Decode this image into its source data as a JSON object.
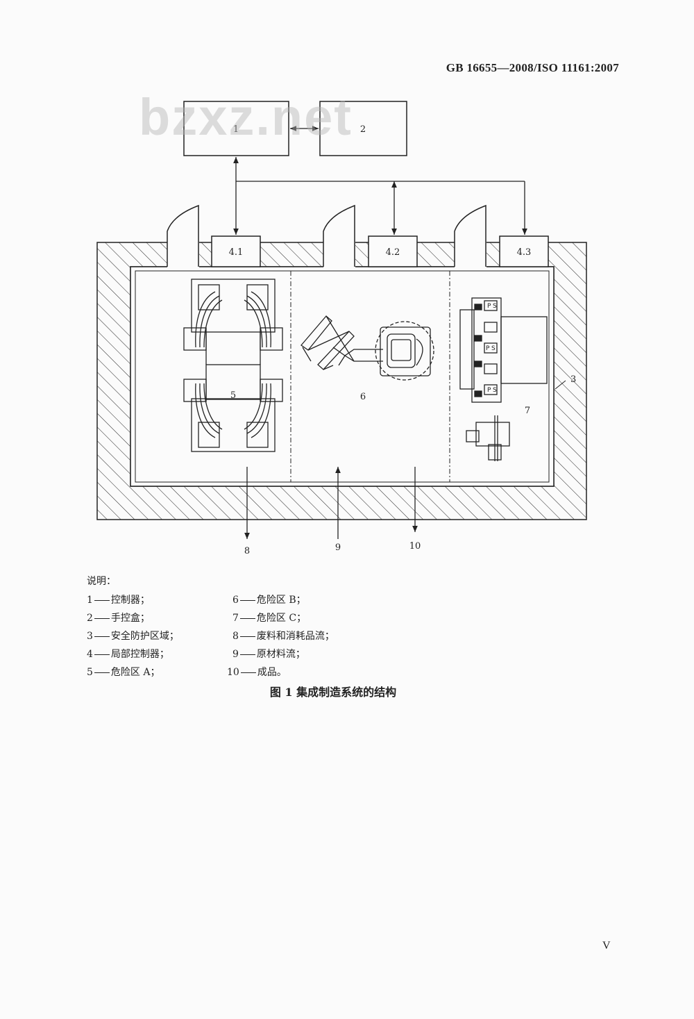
{
  "header": {
    "standard": "GB 16655—2008/ISO 11161:2007"
  },
  "watermark": "bzxz.net",
  "diagram": {
    "boxes": {
      "controller": "1",
      "pendant": "2",
      "local1": "4.1",
      "local2": "4.2",
      "local3": "4.3"
    },
    "zone_labels": {
      "zone_a": "5",
      "zone_b": "6",
      "zone_c": "7",
      "safeguard": "3"
    },
    "flow_labels": {
      "waste": "8",
      "raw": "9",
      "product": "10"
    },
    "machine_letters": [
      "P",
      "S",
      "P",
      "S",
      "P",
      "S"
    ]
  },
  "legend": {
    "title": "说明：",
    "items": [
      {
        "num": "1",
        "text": "控制器；"
      },
      {
        "num": "2",
        "text": "手控盒；"
      },
      {
        "num": "3",
        "text": "安全防护区域；"
      },
      {
        "num": "4",
        "text": "局部控制器；"
      },
      {
        "num": "5",
        "text": "危险区 A；"
      },
      {
        "num": "6",
        "text": "危险区 B；"
      },
      {
        "num": "7",
        "text": "危险区 C；"
      },
      {
        "num": "8",
        "text": "废料和消耗品流；"
      },
      {
        "num": "9",
        "text": "原材料流；"
      },
      {
        "num": "10",
        "text": "成品。"
      }
    ]
  },
  "caption": "图 1   集成制造系统的结构",
  "page_number": "V"
}
